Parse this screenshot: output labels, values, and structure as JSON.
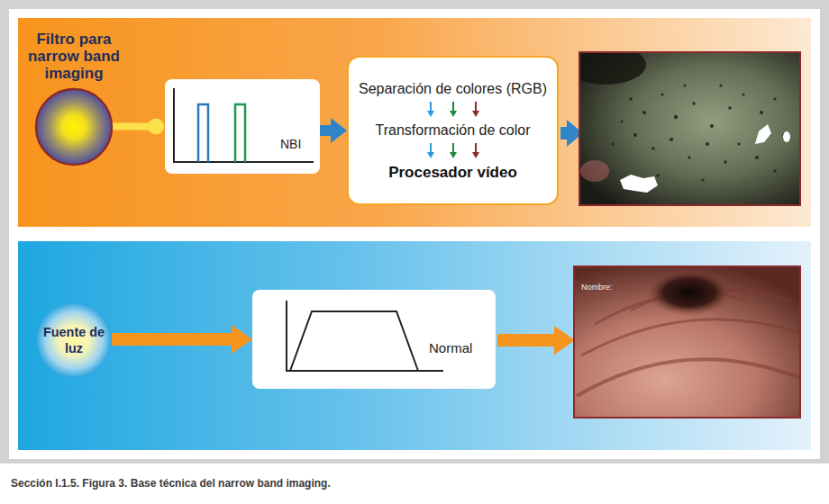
{
  "diagram": {
    "caption": "Sección I.1.5. Figura 3. Base técnica del narrow band imaging.",
    "nodes": [
      {
        "text": [
          "Filtro para narrow band imaging"
        ]
      },
      {
        "text": [
          "NBI"
        ]
      },
      {
        "text": [
          "Separación de colores (RGB)",
          "Transformación de color",
          "Procesador vídeo"
        ]
      },
      {
        "text": [
          "Fuente de luz"
        ]
      },
      {
        "text": [
          "Normal"
        ]
      }
    ],
    "edges": [
      {
        "from": 0,
        "to": 1,
        "arrow": "none"
      },
      {
        "from": 1,
        "to": 2,
        "arrow": "to"
      },
      {
        "from": 3,
        "to": 4,
        "arrow": "to"
      }
    ],
    "labels": [
      "Nombre:"
    ]
  }
}
